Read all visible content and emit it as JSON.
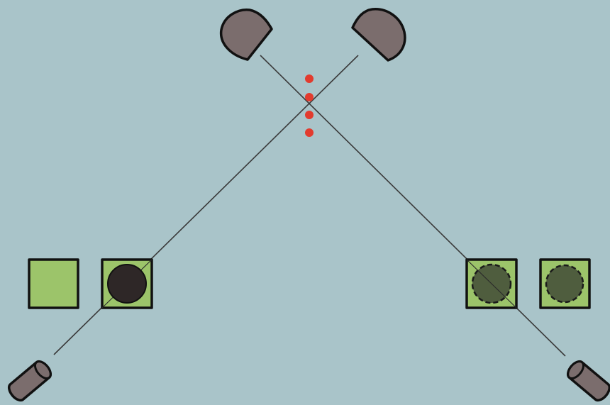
{
  "scene": {
    "background": "#a9c4c9",
    "colors": {
      "detector_body": "#7b6d6d",
      "outline": "#111111",
      "beam": "#3a3a3a",
      "filter_fill": "#9cc46a",
      "filled_disc": "#2e2727",
      "dashed_disc": "#4f5d3e",
      "dot": "#e23b2e"
    },
    "items": [
      {
        "id": "left-detector",
        "icon": "half-disc-detector"
      },
      {
        "id": "right-detector",
        "icon": "half-disc-detector"
      },
      {
        "id": "left-source",
        "icon": "cylinder-emitter"
      },
      {
        "id": "right-source",
        "icon": "cylinder-emitter"
      },
      {
        "id": "left-outer-square",
        "icon": "empty-square-filter"
      },
      {
        "id": "left-inner-square",
        "icon": "square-with-solid-disc"
      },
      {
        "id": "right-inner-square",
        "icon": "square-with-dashed-disc"
      },
      {
        "id": "right-outer-square",
        "icon": "square-with-dashed-disc"
      }
    ],
    "dot_count": 4
  }
}
